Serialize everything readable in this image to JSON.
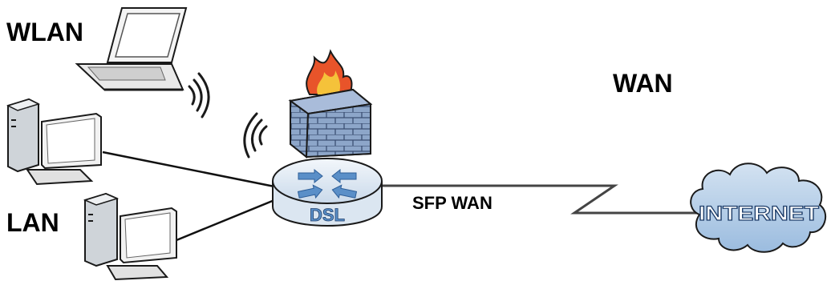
{
  "labels": {
    "wlan": "WLAN",
    "lan": "LAN",
    "wan": "WAN",
    "sfp_wan": "SFP WAN"
  },
  "router": {
    "text": "DSL"
  },
  "cloud": {
    "text": "INTERNET"
  },
  "colors": {
    "router_body": "#dbe6f1",
    "router_arrows": "#5a8fc8",
    "firewall_wall": "#8da6c9",
    "flame_outer": "#e8542a",
    "flame_inner": "#f5c23a",
    "cloud_fill": "#b5cde6",
    "line": "#111111",
    "wan_line": "#444444"
  },
  "icons": [
    "laptop-icon",
    "wifi-signal-icon",
    "firewall-icon",
    "router-icon",
    "desktop-computer-icon",
    "internet-cloud-icon"
  ]
}
